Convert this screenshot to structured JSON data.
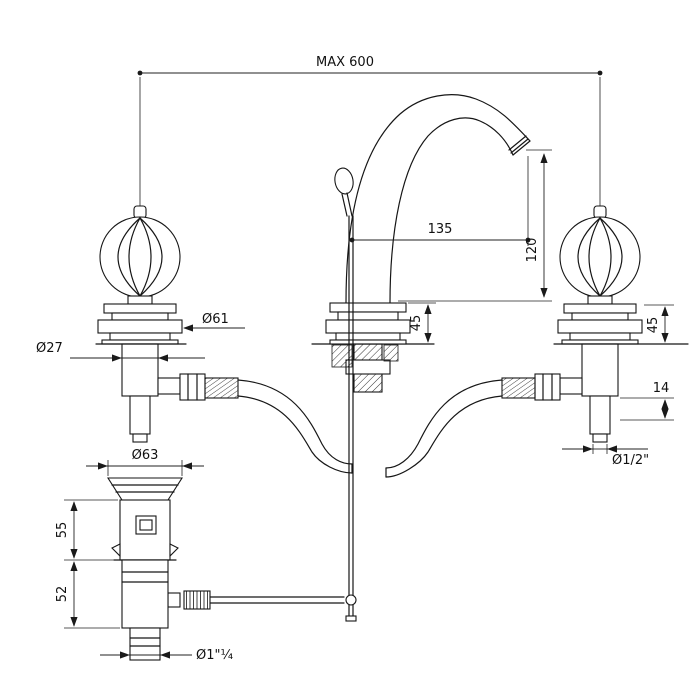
{
  "drawing": {
    "dimensions": {
      "max_overall_width": "MAX 600",
      "spout_projection": "135",
      "spout_outlet_height": "120",
      "spout_base_height": "45",
      "valve_base_height": "45",
      "valve_shank_detail": "14",
      "supply_connection": "Ø1/2\"",
      "handle_flange_dia": "Ø61",
      "valve_body_dia": "Ø27",
      "waste_flange_dia": "Ø63",
      "waste_upper_body_height": "55",
      "waste_lower_body_height": "52",
      "waste_outlet_thread": "Ø1\"¼"
    },
    "line_color": "#1a1a1a",
    "background_color": "#ffffff"
  }
}
